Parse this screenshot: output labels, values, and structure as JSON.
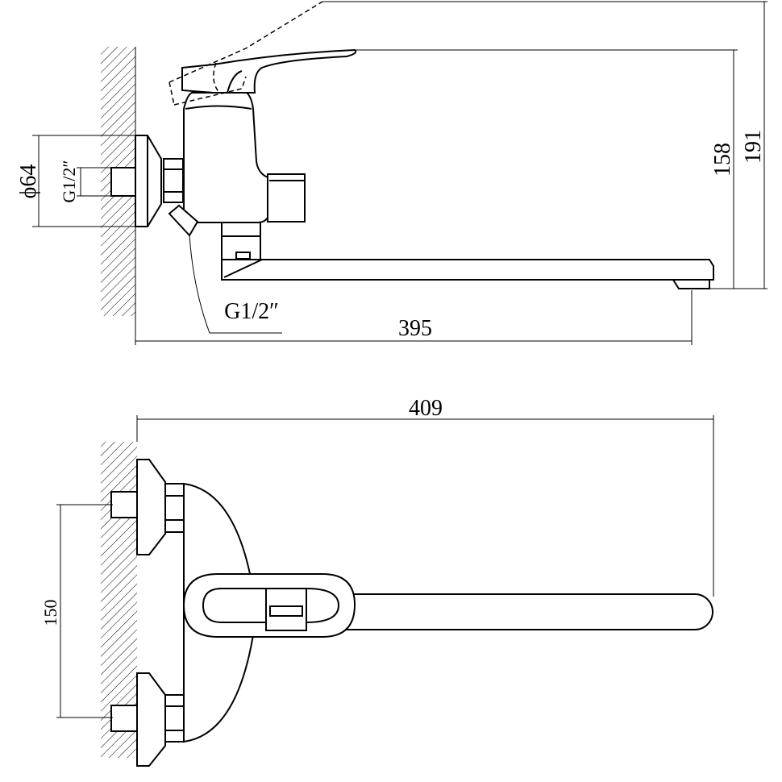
{
  "side_view": {
    "dim_diameter": "ϕ64",
    "dim_inlet_thread": "G1/2″",
    "dim_outlet_thread": "G1/2″",
    "dim_spout_reach": "395",
    "dim_height_spout": "158",
    "dim_height_total": "191"
  },
  "top_view": {
    "dim_total_length": "409",
    "dim_inlet_spacing": "150"
  }
}
